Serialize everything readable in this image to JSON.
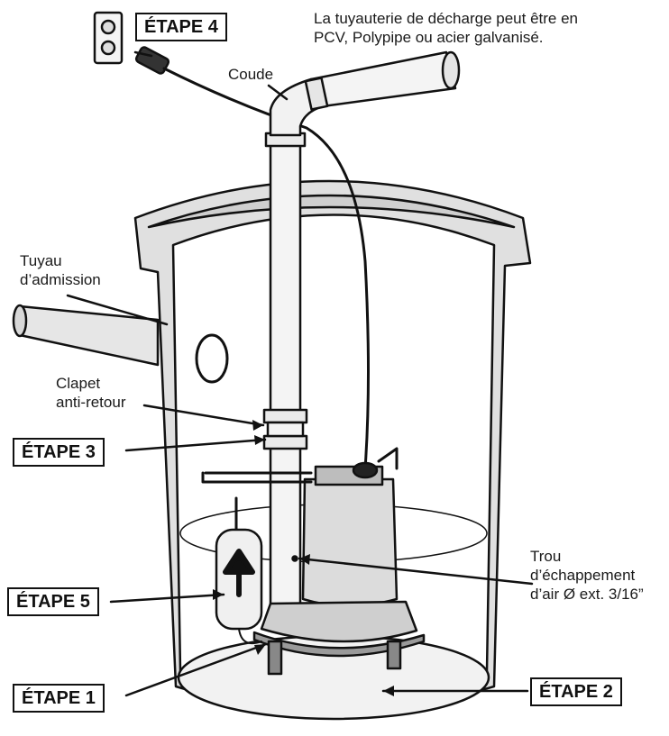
{
  "labels": {
    "pipe_note_line1": "La tuyauterie de décharge peut être en",
    "pipe_note_line2": "PCV, Polypipe ou acier galvanisé.",
    "elbow": "Coude",
    "inlet_line1": "Tuyau",
    "inlet_line2": "d’admission",
    "check_valve_line1": "Clapet",
    "check_valve_line2": "anti-retour",
    "air_hole_line1": "Trou",
    "air_hole_line2": "d’échappement",
    "air_hole_line3": "d’air Ø ext. 3/16”"
  },
  "steps": {
    "step4": "ÉTAPE 4",
    "step3": "ÉTAPE 3",
    "step5": "ÉTAPE 5",
    "step1": "ÉTAPE 1",
    "step2": "ÉTAPE 2"
  }
}
